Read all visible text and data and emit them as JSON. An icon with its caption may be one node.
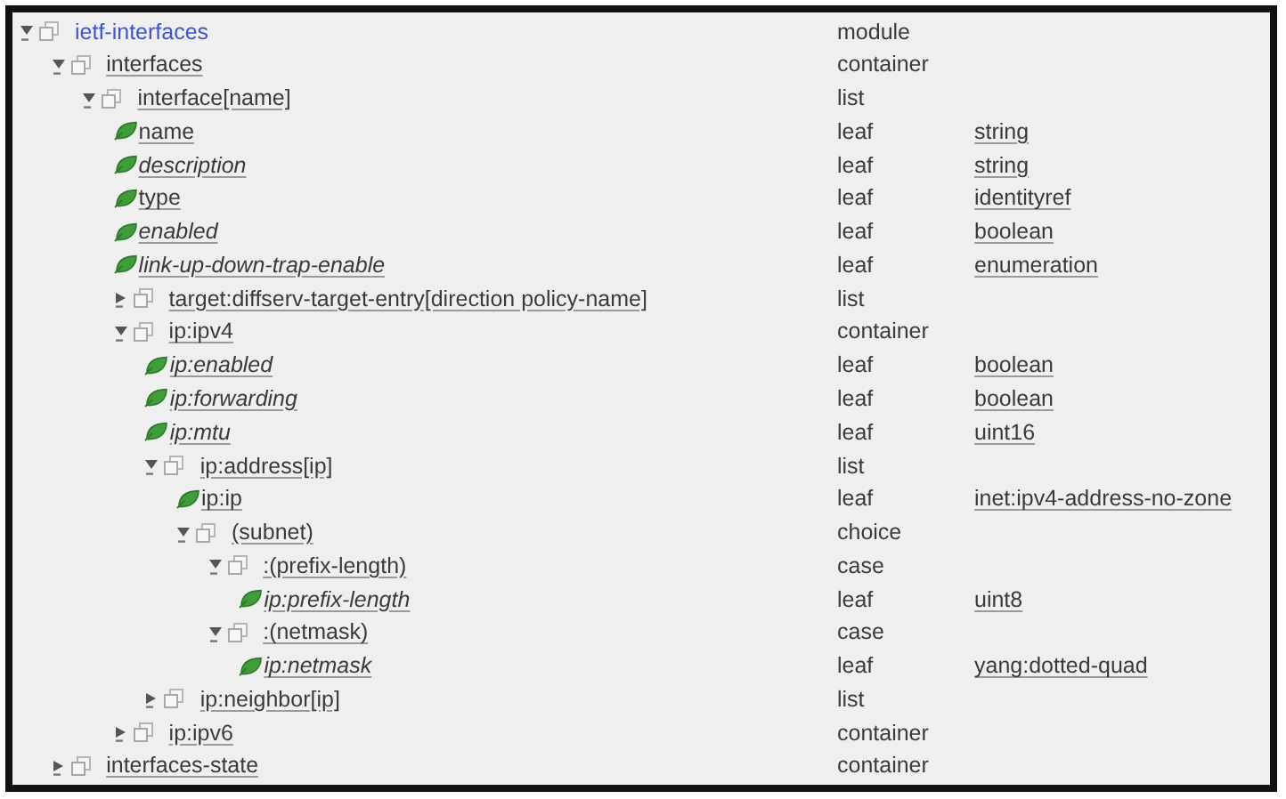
{
  "diagram": {
    "labels": [
      "ietf-interfaces",
      "module",
      "interfaces",
      "container",
      "interface[name]",
      "list",
      "name",
      "leaf",
      "string",
      "description",
      "leaf",
      "string",
      "type",
      "leaf",
      "identityref",
      "enabled",
      "leaf",
      "boolean",
      "link-up-down-trap-enable",
      "leaf",
      "enumeration",
      "target:diffserv-target-entry[direction policy-name]",
      "list",
      "ip:ipv4",
      "container",
      "ip:enabled",
      "leaf",
      "boolean",
      "ip:forwarding",
      "leaf",
      "boolean",
      "ip:mtu",
      "leaf",
      "uint16",
      "ip:address[ip]",
      "list",
      "ip:ip",
      "leaf",
      "inet:ipv4-address-no-zone",
      "(subnet)",
      "choice",
      ":(prefix-length)",
      "case",
      "ip:prefix-length",
      "leaf",
      "uint8",
      ":(netmask)",
      "case",
      "ip:netmask",
      "leaf",
      "yang:dotted-quad",
      "ip:neighbor[ip]",
      "list",
      "ip:ipv6",
      "container",
      "interfaces-state",
      "container"
    ]
  }
}
